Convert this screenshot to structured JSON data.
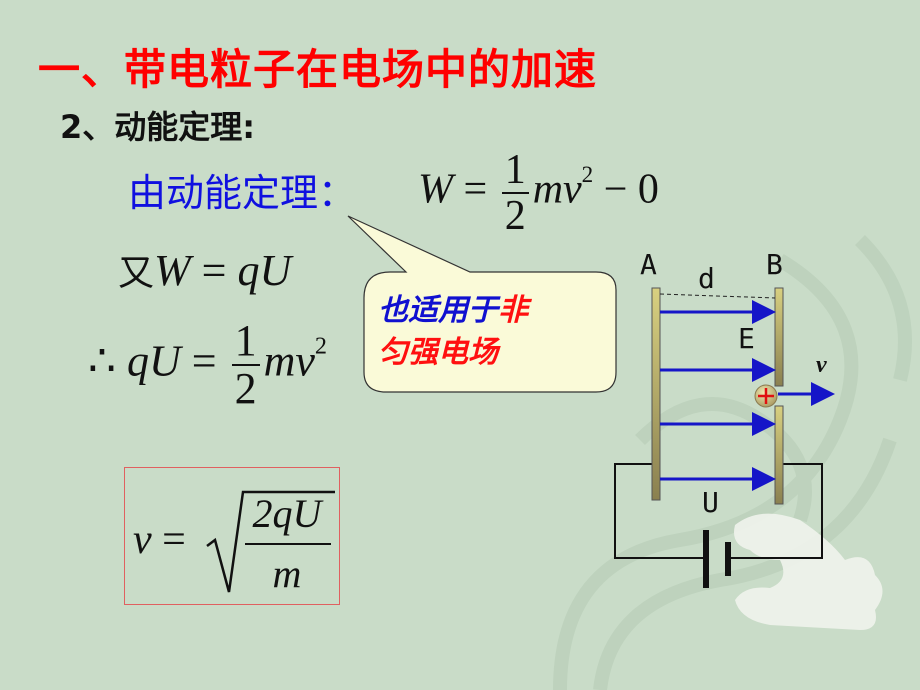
{
  "slide": {
    "title": "一、带电粒子在电场中的加速",
    "subtitle": "2、动能定理:",
    "lead_text": "由动能定理：",
    "equations": {
      "eq1": {
        "lhs": "W",
        "equals": "=",
        "frac_num": "1",
        "frac_den": "2",
        "rest": "mv",
        "sup": "2",
        "tail": "− 0"
      },
      "eq2": {
        "prefix": "又",
        "lhs": "W",
        "equals": "=",
        "rhs": "qU"
      },
      "eq3": {
        "prefix": "∴",
        "lhs": "qU",
        "equals": "=",
        "frac_num": "1",
        "frac_den": "2",
        "rest": "mv",
        "sup": "2"
      },
      "result": {
        "lhs": "v",
        "equals": "=",
        "num": "2qU",
        "den": "m"
      }
    },
    "callout": {
      "line1_blue": "也适用于",
      "line1_red": "非",
      "line2_red": "匀强电场"
    },
    "diagram": {
      "plate_a_label": "A",
      "plate_b_label": "B",
      "distance_label": "d",
      "field_label": "E",
      "velocity_label": "v",
      "voltage_label": "U",
      "charge_symbol": "+"
    },
    "colors": {
      "background": "#c9dcc8",
      "title": "#ff0000",
      "lead": "#1010e0",
      "field_arrow": "#1515c8",
      "plate": "#c8c070",
      "callout_fill": "#fafad8",
      "result_border": "#e06060"
    }
  }
}
